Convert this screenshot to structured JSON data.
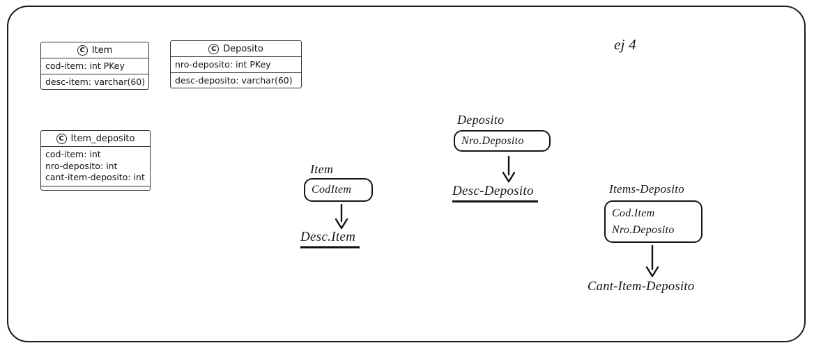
{
  "colors": {
    "ink": "#1c1c1c",
    "box_border": "#2e2e2e",
    "background": "#ffffff"
  },
  "annotation": "ej 4",
  "classes": [
    {
      "stereotype": "C",
      "title": "Item",
      "compartments": [
        [
          "cod-item: int PKey"
        ],
        [
          "desc-item: varchar(60)"
        ]
      ]
    },
    {
      "stereotype": "C",
      "title": "Deposito",
      "compartments": [
        [
          "nro-deposito: int PKey"
        ],
        [
          "desc-deposito: varchar(60)"
        ]
      ]
    },
    {
      "stereotype": "C",
      "title": "Item_deposito",
      "compartments": [
        [
          "cod-item: int",
          "nro-deposito: int",
          "cant-item-deposito: int"
        ],
        []
      ]
    }
  ],
  "dependencies": [
    {
      "title": "Item",
      "determinants": [
        "CodItem"
      ],
      "dependent": "Desc.Item",
      "underlined": true
    },
    {
      "title": "Deposito",
      "determinants": [
        "Nro.Deposito"
      ],
      "dependent": "Desc-Deposito",
      "underlined": true
    },
    {
      "title": "Items-Deposito",
      "determinants": [
        "Cod.Item",
        "Nro.Deposito"
      ],
      "dependent": "Cant-Item-Deposito",
      "underlined": false
    }
  ]
}
